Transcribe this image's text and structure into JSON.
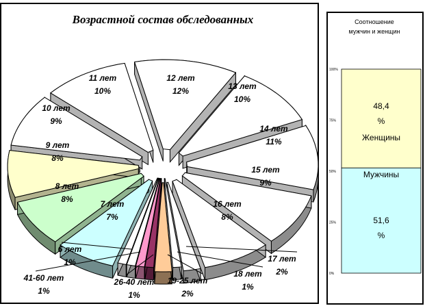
{
  "chart_data": [
    {
      "type": "pie",
      "title": "Возрастной состав обследованных",
      "slices": [
        {
          "label": "12 лет",
          "pct": "12%",
          "value": 12,
          "color": "#ffffff"
        },
        {
          "label": "13 лет",
          "pct": "10%",
          "value": 10,
          "color": "#ffffff"
        },
        {
          "label": "14 лет",
          "pct": "11%",
          "value": 11,
          "color": "#ffffff"
        },
        {
          "label": "15 лет",
          "pct": "9%",
          "value": 9,
          "color": "#ffffff"
        },
        {
          "label": "16 лет",
          "pct": "8%",
          "value": 8,
          "color": "#ffffff"
        },
        {
          "label": "17 лет",
          "pct": "2%",
          "value": 2,
          "color": "#ffffff"
        },
        {
          "label": "18 лет",
          "pct": "1%",
          "value": 1,
          "color": "#ffffff"
        },
        {
          "label": "19-25 лет",
          "pct": "2%",
          "value": 2,
          "color": "#ffcc99"
        },
        {
          "label": "26-40 лет",
          "pct": "1%",
          "value": 1,
          "color": "#993366"
        },
        {
          "label": "",
          "pct": "",
          "value": 1,
          "color": "#ff99cc"
        },
        {
          "label": "41-60 лет",
          "pct": "1%",
          "value": 1,
          "color": "#ffffff"
        },
        {
          "label": "6 лет",
          "pct": "1%",
          "value": 1,
          "color": "#ffffff"
        },
        {
          "label": "7 лет",
          "pct": "7%",
          "value": 7,
          "color": "#ccffff"
        },
        {
          "label": "8 лет",
          "pct": "8%",
          "value": 8,
          "color": "#ccffcc"
        },
        {
          "label": "9 лет",
          "pct": "8%",
          "value": 8,
          "color": "#ffffcc"
        },
        {
          "label": "10 лет",
          "pct": "9%",
          "value": 9,
          "color": "#ffffff"
        },
        {
          "label": "11 лет",
          "pct": "10%",
          "value": 10,
          "color": "#ffffff"
        }
      ]
    },
    {
      "type": "bar",
      "subtype": "stacked-100",
      "title_lines": [
        "Соотношение",
        "мужчин и женщин"
      ],
      "yticks": [
        "100%",
        "75%",
        "50%",
        "25%",
        "0%"
      ],
      "ylim": [
        0,
        100
      ],
      "series": [
        {
          "name": "Мужчины",
          "value": 51.6,
          "value_text": "51,6",
          "unit": "%",
          "color": "#ccffff"
        },
        {
          "name": "Женщины",
          "value": 48.4,
          "value_text": "48,4",
          "unit": "%",
          "color": "#ffffcc"
        }
      ]
    }
  ]
}
